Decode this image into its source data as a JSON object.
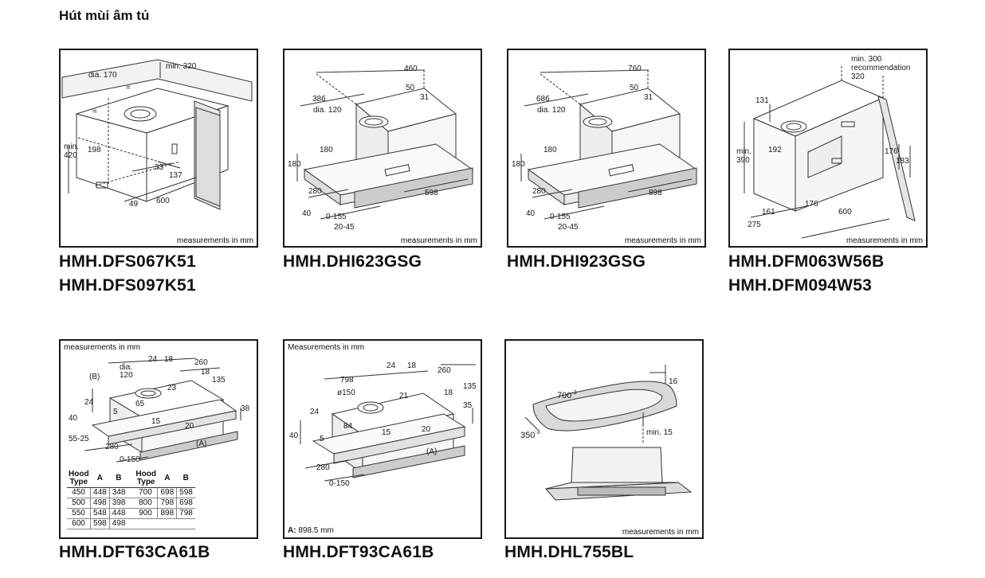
{
  "page": {
    "title": "Hút mùi âm tủ"
  },
  "products": [
    {
      "codes": [
        "HMH.DFS067K51",
        "HMH.DFS097K51"
      ],
      "note": "measurements in mm",
      "labels": {
        "dia": "dia. 170",
        "min320": "min. 320",
        "min420": "min.\n420",
        "d198": "198",
        "d33": "33",
        "d137": "137",
        "d600": "600",
        "d49": "49",
        "eq": "="
      }
    },
    {
      "codes": [
        "HMH.DHI623GSG"
      ],
      "note": "measurements in mm",
      "labels": {
        "d460": "460",
        "d386": "386",
        "d50": "50",
        "d31": "31",
        "dia": "dia. 120",
        "d180a": "180",
        "d180b": "180",
        "d280": "280",
        "d598": "598",
        "d40": "40",
        "d0155": "0-155",
        "d2045": "20-45"
      }
    },
    {
      "codes": [
        "HMH.DHI923GSG"
      ],
      "note": "measurements in mm",
      "labels": {
        "d760": "760",
        "d686": "686",
        "d50": "50",
        "d31": "31",
        "dia": "dia. 120",
        "d180a": "180",
        "d180b": "180",
        "d280": "280",
        "d898": "898",
        "d40": "40",
        "d0155": "0-155",
        "d2045": "20-45"
      }
    },
    {
      "codes": [
        "HMH.DFM063W56B",
        "HMH.DFM094W53"
      ],
      "note": "measurements in mm",
      "labels": {
        "min300": "min. 300",
        "recommend": "recommendation",
        "d320": "320",
        "d131": "131",
        "min390": "min.\n390",
        "d192": "192",
        "d176a": "176",
        "d183": "183",
        "d176b": "176",
        "d161": "161",
        "d275": "275",
        "d600": "600"
      }
    },
    {
      "codes": [
        "HMH.DFT63CA61B"
      ],
      "note": "measurements in mm",
      "labels": {
        "d24": "24",
        "d18a": "18",
        "d260": "260",
        "d18b": "18",
        "d135": "135",
        "B": "(B)",
        "dia": "dia.",
        "d120": "120",
        "d23": "23",
        "d24b": "24",
        "d65": "65",
        "d5": "5",
        "d38": "38",
        "d40": "40",
        "d15": "15",
        "d20": "20",
        "A": "(A)",
        "d5525": "55-25",
        "d280": "280",
        "d0150": "0-150"
      },
      "table": {
        "headers": [
          "Hood\nType",
          "A",
          "B",
          "Hood\nType",
          "A",
          "B"
        ],
        "rows": [
          [
            "450",
            "448",
            "348",
            "700",
            "698",
            "598"
          ],
          [
            "500",
            "498",
            "398",
            "800",
            "798",
            "698"
          ],
          [
            "550",
            "548",
            "448",
            "900",
            "898",
            "798"
          ],
          [
            "600",
            "598",
            "498",
            "",
            "",
            ""
          ]
        ]
      }
    },
    {
      "codes": [
        "HMH.DFT93CA61B"
      ],
      "note": "Measurements in mm",
      "labels": {
        "d798": "798",
        "d24": "24",
        "d18a": "18",
        "d260": "260",
        "d135": "135",
        "d150": "ø150",
        "d21": "21",
        "d18b": "18",
        "d35": "35",
        "d24b": "24",
        "d84": "84",
        "d40": "40",
        "d5": "5",
        "d15": "15",
        "d20": "20",
        "A": "(A)",
        "d280": "280",
        "d0150": "0-150"
      },
      "footnote": {
        "key": "A:",
        "value": "898.5 mm"
      }
    },
    {
      "codes": [
        "HMH.DHL755BL"
      ],
      "note": "measurements in mm",
      "labels": {
        "d700": "700",
        "sup700": "-3",
        "d350": "350",
        "sup350": "-3",
        "d16": "16",
        "min15": "min. 15"
      }
    }
  ]
}
